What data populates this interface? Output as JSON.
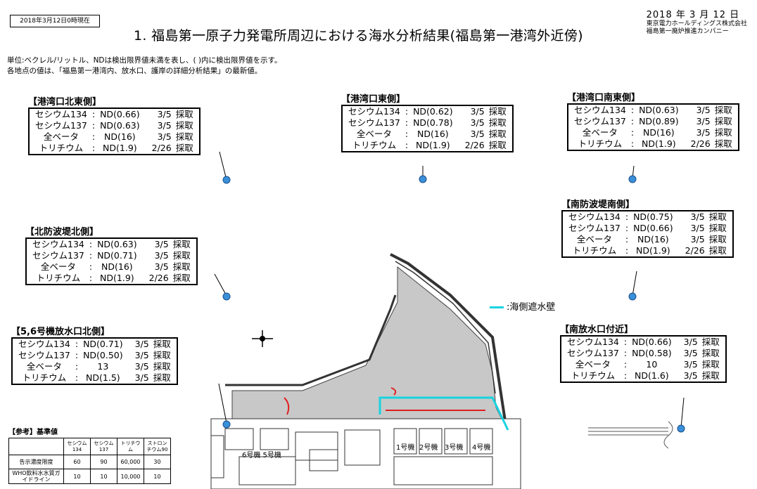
{
  "header": {
    "stamp": "2018年3月12日0時現在",
    "title": "1. 福島第一原子力発電所周辺における海水分析結果(福島第一港湾外近傍)",
    "date": "2018 年 3 月 12 日",
    "org1": "東京電力ホールディングス株式会社",
    "org2": "福島第一廃炉推進カンパニー"
  },
  "notes": {
    "line1": "単位:ベクレル/リットル、NDは検出限界値未満を表し、( )内に検出限界値を示す。",
    "line2": "各地点の値は、「福島第一港湾内、放水口、護岸の詳細分析結果」の最新値。"
  },
  "stations": [
    {
      "name": "【港湾口北東側】",
      "rows": [
        {
          "n": "セシウム134",
          "s": ":",
          "v": "ND(0.66)",
          "d": "3/5",
          "c": "採取"
        },
        {
          "n": "セシウム137",
          "s": ":",
          "v": "ND(0.63)",
          "d": "3/5",
          "c": "採取"
        },
        {
          "n": "全ベータ",
          "s": ":",
          "v": "ND(16)",
          "d": "3/5",
          "c": "採取"
        },
        {
          "n": "トリチウム",
          "s": ":",
          "v": "ND(1.9)",
          "d": "2/26",
          "c": "採取"
        }
      ]
    },
    {
      "name": "【港湾口東側】",
      "rows": [
        {
          "n": "セシウム134",
          "s": ":",
          "v": "ND(0.62)",
          "d": "3/5",
          "c": "採取"
        },
        {
          "n": "セシウム137",
          "s": ":",
          "v": "ND(0.78)",
          "d": "3/5",
          "c": "採取"
        },
        {
          "n": "全ベータ",
          "s": ":",
          "v": "ND(16)",
          "d": "3/5",
          "c": "採取"
        },
        {
          "n": "トリチウム",
          "s": ":",
          "v": "ND(1.9)",
          "d": "2/26",
          "c": "採取"
        }
      ]
    },
    {
      "name": "【港湾口南東側】",
      "rows": [
        {
          "n": "セシウム134",
          "s": ":",
          "v": "ND(0.63)",
          "d": "3/5",
          "c": "採取"
        },
        {
          "n": "セシウム137",
          "s": ":",
          "v": "ND(0.89)",
          "d": "3/5",
          "c": "採取"
        },
        {
          "n": "全ベータ",
          "s": ":",
          "v": "ND(16)",
          "d": "3/5",
          "c": "採取"
        },
        {
          "n": "トリチウム",
          "s": ":",
          "v": "ND(1.9)",
          "d": "2/26",
          "c": "採取"
        }
      ]
    },
    {
      "name": "【南防波堤南側】",
      "rows": [
        {
          "n": "セシウム134",
          "s": ":",
          "v": "ND(0.75)",
          "d": "3/5",
          "c": "採取"
        },
        {
          "n": "セシウム137",
          "s": ":",
          "v": "ND(0.66)",
          "d": "3/5",
          "c": "採取"
        },
        {
          "n": "全ベータ",
          "s": ":",
          "v": "ND(16)",
          "d": "3/5",
          "c": "採取"
        },
        {
          "n": "トリチウム",
          "s": ":",
          "v": "ND(1.9)",
          "d": "2/26",
          "c": "採取"
        }
      ]
    },
    {
      "name": "【北防波堤北側】",
      "rows": [
        {
          "n": "セシウム134",
          "s": ":",
          "v": "ND(0.63)",
          "d": "3/5",
          "c": "採取"
        },
        {
          "n": "セシウム137",
          "s": ":",
          "v": "ND(0.71)",
          "d": "3/5",
          "c": "採取"
        },
        {
          "n": "全ベータ",
          "s": ":",
          "v": "ND(16)",
          "d": "3/5",
          "c": "採取"
        },
        {
          "n": "トリチウム",
          "s": ":",
          "v": "ND(1.9)",
          "d": "2/26",
          "c": "採取"
        }
      ]
    },
    {
      "name": "【5,6号機放水口北側】",
      "rows": [
        {
          "n": "セシウム134",
          "s": ":",
          "v": "ND(0.71)",
          "d": "3/5",
          "c": "採取"
        },
        {
          "n": "セシウム137",
          "s": ":",
          "v": "ND(0.50)",
          "d": "3/5",
          "c": "採取"
        },
        {
          "n": "全ベータ",
          "s": ":",
          "v": "13",
          "d": "3/5",
          "c": "採取"
        },
        {
          "n": "トリチウム",
          "s": ":",
          "v": "ND(1.5)",
          "d": "3/5",
          "c": "採取"
        }
      ]
    },
    {
      "name": "【南放水口付近】",
      "rows": [
        {
          "n": "セシウム134",
          "s": ":",
          "v": "ND(0.66)",
          "d": "3/5",
          "c": "採取"
        },
        {
          "n": "セシウム137",
          "s": ":",
          "v": "ND(0.58)",
          "d": "3/5",
          "c": "採取"
        },
        {
          "n": "全ベータ",
          "s": ":",
          "v": "10",
          "d": "3/5",
          "c": "採取"
        },
        {
          "n": "トリチウム",
          "s": ":",
          "v": "ND(1.6)",
          "d": "3/5",
          "c": "採取"
        }
      ]
    }
  ],
  "legend": {
    "label": ":海側遮水壁",
    "color": "#19d3e0"
  },
  "units": {
    "u1": "1号機",
    "u2": "2号機",
    "u3": "3号機",
    "u4": "4号機",
    "u56": "6号機 5号機"
  },
  "colors": {
    "marker": "#3a8fd9",
    "wall": "#19d3e0",
    "red": "#e02020",
    "land": "#c8c8c8"
  },
  "reference": {
    "title": "【参考】基準値",
    "headers": [
      "セシウム134",
      "セシウム137",
      "トリチウム",
      "ストロンチウム90"
    ],
    "rows": [
      {
        "label": "告示濃度限度",
        "values": [
          "60",
          "90",
          "60,000",
          "30"
        ]
      },
      {
        "label": "WHO飲料水水質ガイドライン",
        "values": [
          "10",
          "10",
          "10,000",
          "10"
        ]
      }
    ]
  }
}
